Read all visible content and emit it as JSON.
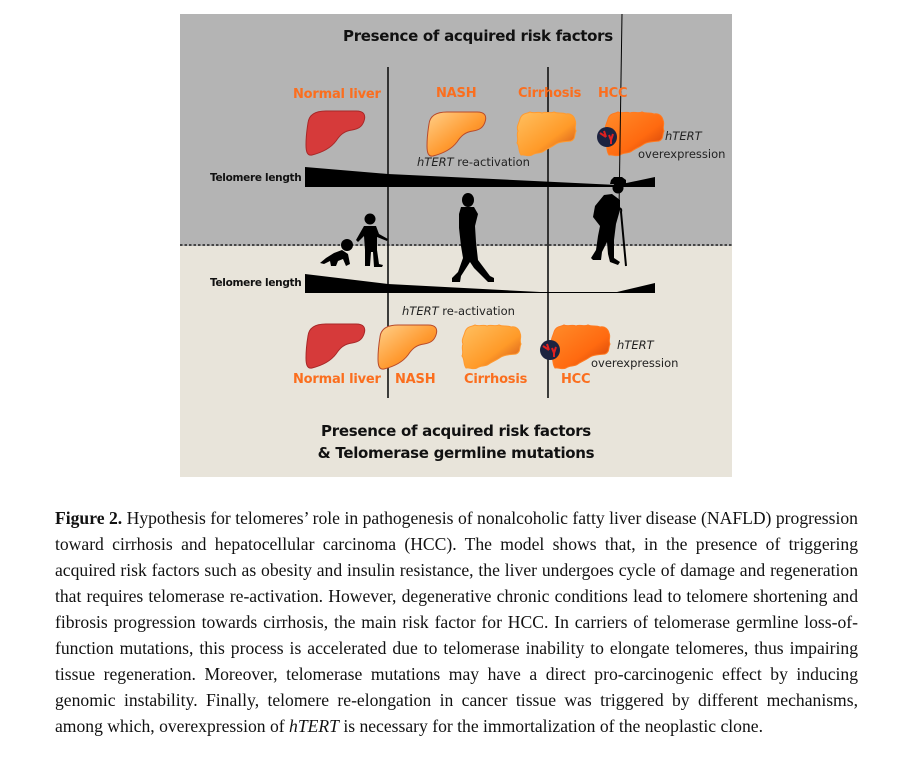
{
  "figure": {
    "colors": {
      "top_panel_bg": "#b4b4b4",
      "bottom_panel_bg": "#e8e4da",
      "stage_label": "#fb6e1e",
      "normal_liver": "#d63a3a",
      "nash_light": "#ffc070",
      "nash_dark": "#f07818",
      "tumor": "#1c2340",
      "tumor_vessels": "#e02020"
    },
    "top": {
      "title": "Presence of acquired risk factors",
      "stages": [
        "Normal liver",
        "NASH",
        "Cirrhosis",
        "HCC"
      ],
      "telomere_label": "Telomere length",
      "reactivation_gene": "hTERT",
      "reactivation_text": " re-activation",
      "overexpression_gene": "hTERT",
      "overexpression_text": "overexpression"
    },
    "bottom": {
      "stages": [
        "Normal liver",
        "NASH",
        "Cirrhosis",
        "HCC"
      ],
      "telomere_label": "Telomere length",
      "reactivation_gene": "hTERT",
      "reactivation_text": " re-activation",
      "overexpression_gene": "hTERT",
      "overexpression_text": "overexpression",
      "title_line1": "Presence of acquired risk factors",
      "title_line2": "& Telomerase germline mutations"
    },
    "silhouettes": [
      "baby-crawling",
      "child-walking",
      "adult-walking",
      "elderly-with-cane"
    ]
  },
  "caption": {
    "label": "Figure 2.",
    "text_1": " Hypothesis for telomeres’ role in pathogenesis of nonalcoholic fatty liver disease (NAFLD) progression toward cirrhosis and hepatocellular carcinoma (HCC). The model shows that, in the presence of triggering acquired risk factors such as obesity and insulin resistance, the liver undergoes cycle of damage and regeneration that requires telomerase re-activation. However, degenerative chronic conditions lead to telomere shortening and fibrosis progression towards cirrhosis, the main risk factor for HCC. In carriers of telomerase germline loss-of-function mutations, this process is accelerated due to telomerase inability to elongate telomeres, thus impairing tissue regeneration. Moreover, telomerase mutations may have a direct pro-carcinogenic effect by inducing genomic instability. Finally, telomere re-elongation in cancer tissue was triggered by different mechanisms, among which, overexpression of ",
    "gene": "hTERT",
    "text_2": " is necessary for the immortalization of the neoplastic clone."
  }
}
